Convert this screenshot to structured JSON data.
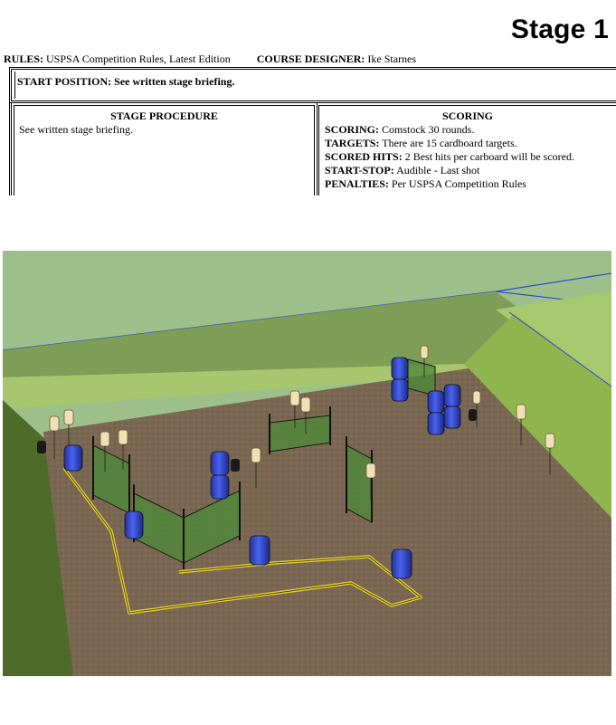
{
  "header": {
    "title": "Stage 1",
    "rules_label": "RULES:",
    "rules_value": "USPSA Competition Rules, Latest Edition",
    "designer_label": "COURSE DESIGNER:",
    "designer_value": "Ike Starnes"
  },
  "start_position": {
    "label": "START POSITION:",
    "value": "See written stage briefing."
  },
  "procedure": {
    "heading": "STAGE PROCEDURE",
    "text": "See written stage briefing."
  },
  "scoring": {
    "heading": "SCORING",
    "lines": [
      {
        "label": "SCORING:",
        "value": "Comstock 30 rounds."
      },
      {
        "label": "TARGETS:",
        "value": "There are 15 cardboard targets."
      },
      {
        "label": "SCORED HITS:",
        "value": "2 Best hits per carboard will be scored."
      },
      {
        "label": "START-STOP:",
        "value": "Audible - Last shot"
      },
      {
        "label": "PENALTIES:",
        "value": "Per USPSA Competition Rules"
      }
    ]
  },
  "colors": {
    "grass": "#9dc08b",
    "berm": "#8fb54e",
    "dirt": "#7a6752",
    "barrel": "#3b4fd6",
    "fault_line": "#e5d22a",
    "wall": "#4f8a3a"
  }
}
